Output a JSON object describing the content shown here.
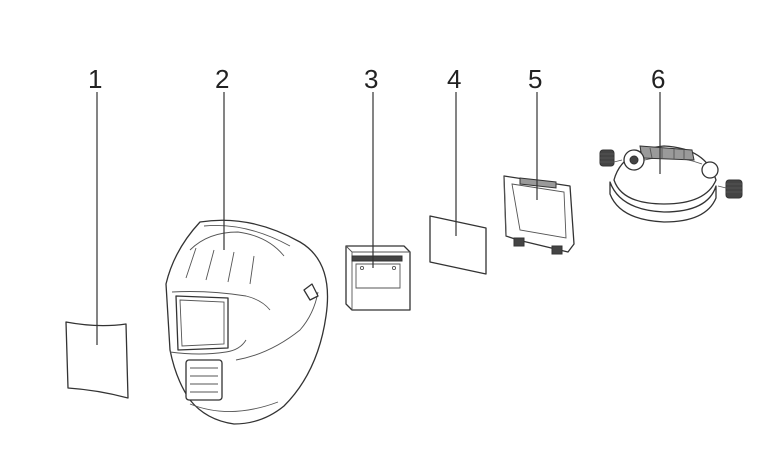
{
  "callouts": [
    {
      "number": "1",
      "icon": "clear-lens-icon"
    },
    {
      "number": "2",
      "icon": "welding-helmet-shell-icon"
    },
    {
      "number": "3",
      "icon": "auto-darkening-filter-cartridge-icon"
    },
    {
      "number": "4",
      "icon": "inner-lens-icon"
    },
    {
      "number": "5",
      "icon": "filter-holder-frame-icon"
    },
    {
      "number": "6",
      "icon": "headgear-icon"
    }
  ]
}
